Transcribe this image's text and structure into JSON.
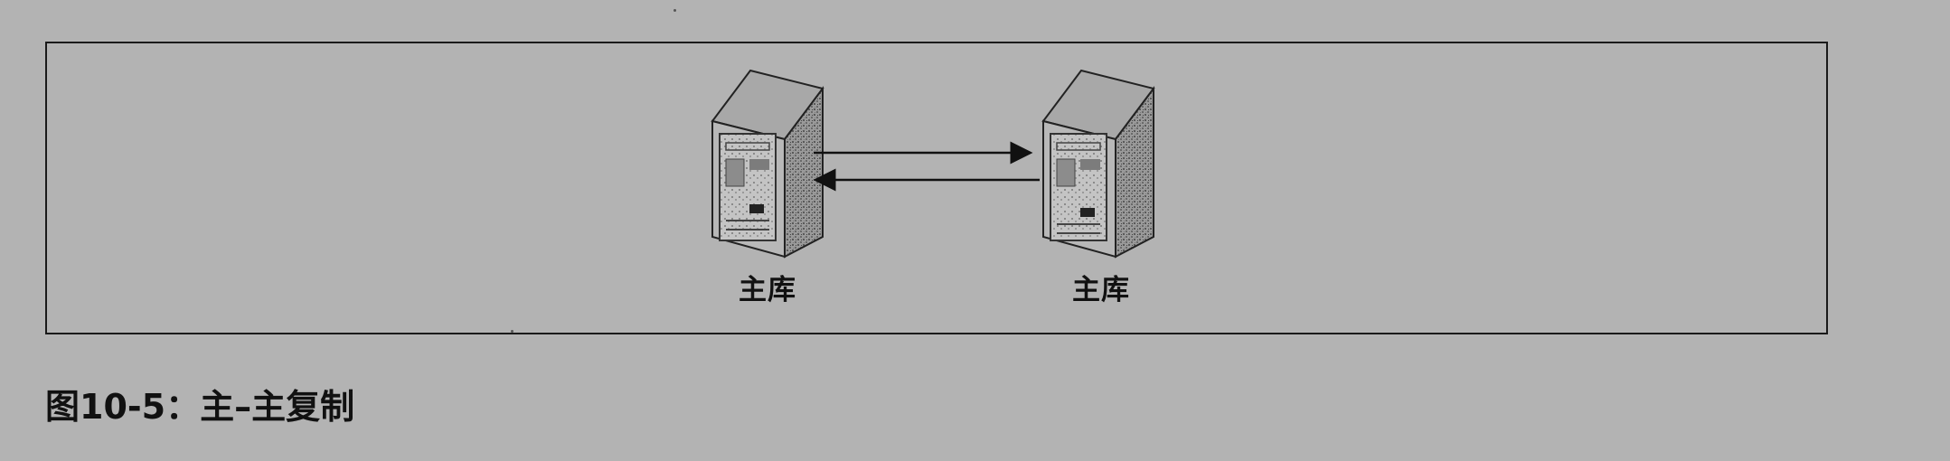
{
  "diagram": {
    "nodes": [
      {
        "id": "left",
        "label": "主库",
        "icon": "server-tower-icon"
      },
      {
        "id": "right",
        "label": "主库",
        "icon": "server-tower-icon"
      }
    ],
    "edges": [
      {
        "from": "left",
        "to": "right",
        "style": "solid-arrow"
      },
      {
        "from": "right",
        "to": "left",
        "style": "solid-arrow"
      }
    ]
  },
  "caption": "图10-5：主–主复制"
}
